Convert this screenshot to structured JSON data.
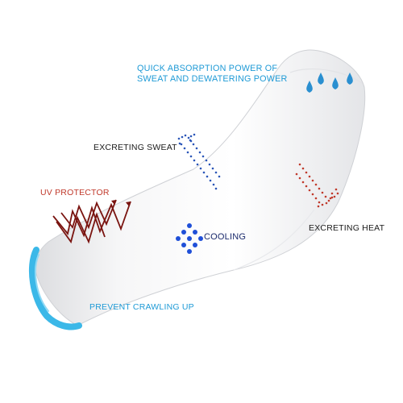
{
  "labels": {
    "absorption_line1": "QUICK ABSORPTION POWER OF",
    "absorption_line2": "SWEAT AND DEWATERING POWER",
    "excreting_sweat": "EXCRETING SWEAT",
    "uv_protector": "UV PROTECTOR",
    "cooling": "COOLING",
    "excreting_heat": "EXCRETING HEAT",
    "prevent_crawling": "PREVENT CRAWLING UP"
  },
  "colors": {
    "absorption_text": "#1e9ad6",
    "uv_text": "#c0392b",
    "cooling_text": "#1a2a6c",
    "cuff_band": "#3bb8e8",
    "sweat_arrow": "#2a55b8",
    "heat_arrow": "#c0392b",
    "uv_zigzag": "#7a1410",
    "water_drop": "#2a8fd0",
    "cooling_dot": "#1f4fd8"
  },
  "icons": [
    "water-drop-icon",
    "sweat-arrow-icon",
    "heat-arrow-icon",
    "uv-zigzag-icon",
    "cooling-dots-icon"
  ]
}
